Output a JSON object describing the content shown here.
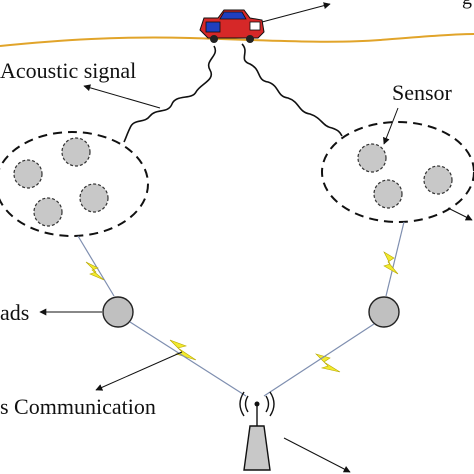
{
  "labels": {
    "top_right_partial": "g",
    "acoustic_signal": "Acoustic signal",
    "sensor": "Sensor",
    "heads_partial": "ads",
    "communication_partial": "s Communication"
  },
  "colors": {
    "road": "#e1a42a",
    "car_body": "#d62828",
    "car_cabin": "#1f3fbf",
    "cluster_node_fill": "#c8c8c8",
    "head_node_fill": "#c0c0c0",
    "lightning": "#f2ea2e",
    "link_line": "#7f8fb0"
  },
  "icons": {
    "vehicle": "car-icon",
    "base_station": "antenna-tower-icon",
    "wireless_link": "lightning-bolt-icon"
  }
}
